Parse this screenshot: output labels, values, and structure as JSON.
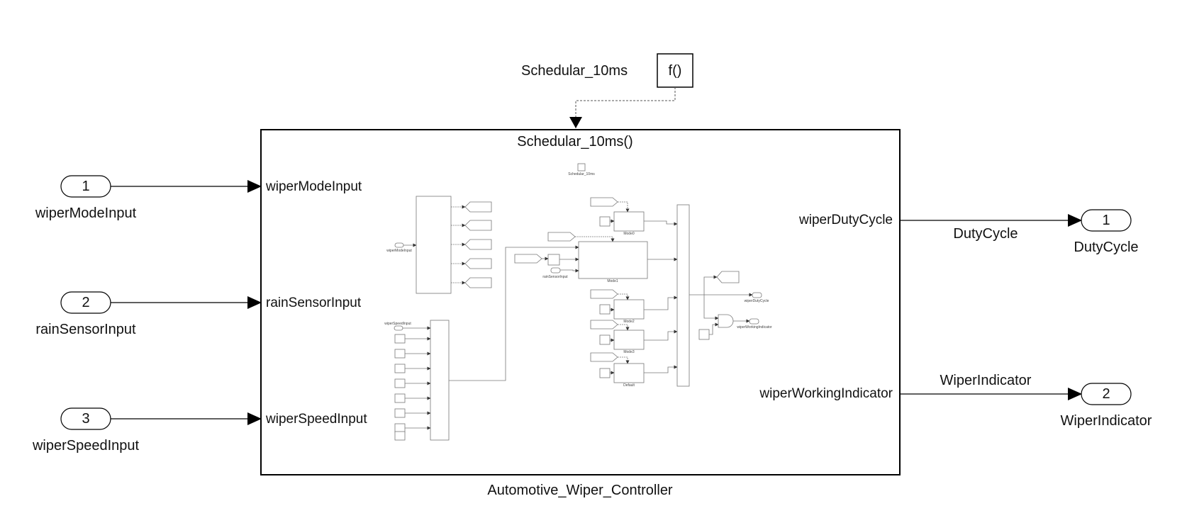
{
  "scheduler": {
    "label": "Schedular_10ms",
    "block_text": "f()"
  },
  "subsystem": {
    "title": "Schedular_10ms()",
    "name": "Automotive_Wiper_Controller",
    "inner_inputs": [
      "wiperModeInput",
      "rainSensorInput",
      "wiperSpeedInput"
    ],
    "inner_outputs": [
      "wiperDutyCycle",
      "wiperWorkingIndicator"
    ]
  },
  "inports": [
    {
      "num": "1",
      "name": "wiperModeInput"
    },
    {
      "num": "2",
      "name": "rainSensorInput"
    },
    {
      "num": "3",
      "name": "wiperSpeedInput"
    }
  ],
  "outports": [
    {
      "num": "1",
      "name": "DutyCycle",
      "signal": "DutyCycle"
    },
    {
      "num": "2",
      "name": "WiperIndicator",
      "signal": "WiperIndicator"
    }
  ],
  "preview": {
    "sched_label": "Schedular_10ms",
    "mode_in": "wiperModeInput",
    "rain_in": "rainSensorInput",
    "speed_in": "wiperSpeedInput",
    "duty_out": "wiperDutyCycle",
    "indicator_out": "wiperWorkingIndicator",
    "mode_blocks": [
      "Mode0",
      "Mode1",
      "Mode2",
      "Mode3",
      "Default"
    ]
  }
}
